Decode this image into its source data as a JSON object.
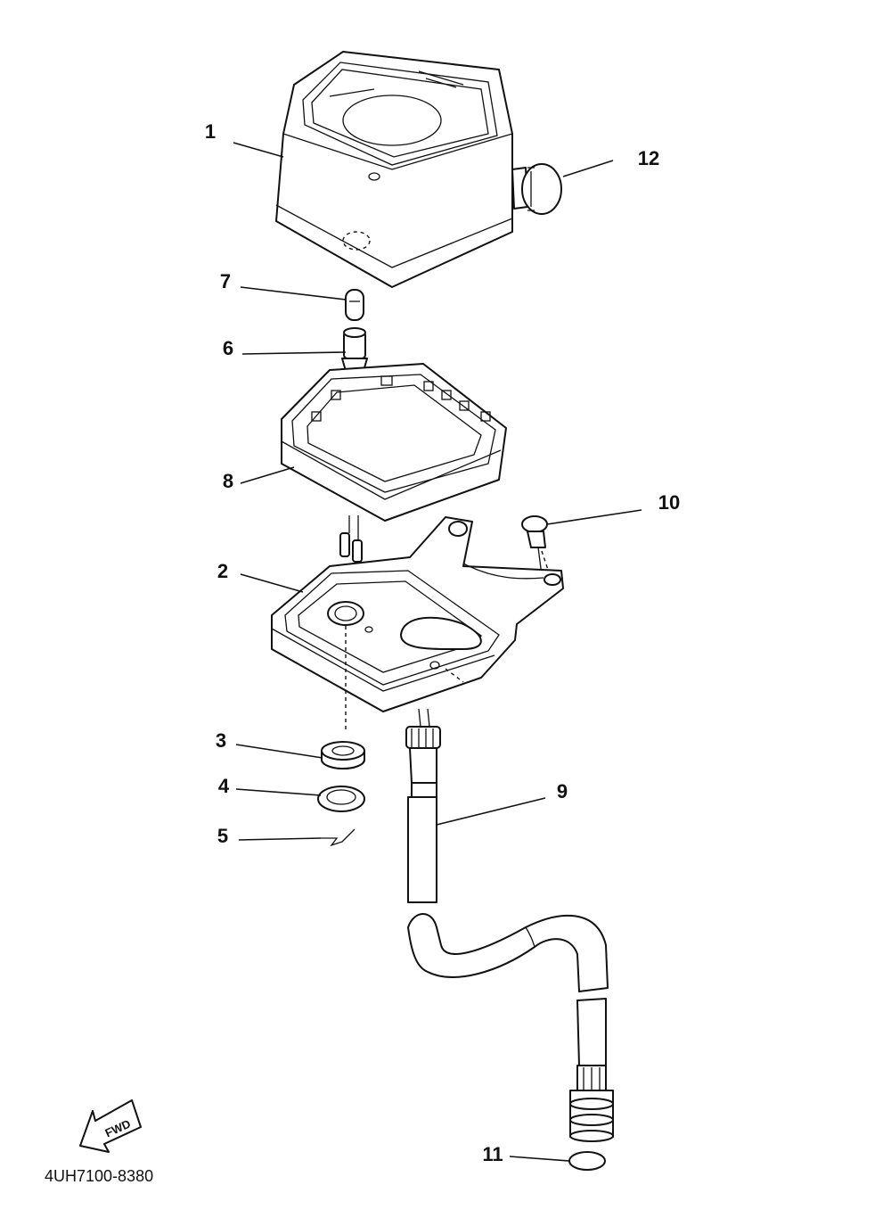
{
  "callouts": {
    "c1": "1",
    "c2": "2",
    "c3": "3",
    "c4": "4",
    "c5": "5",
    "c6": "6",
    "c7": "7",
    "c8": "8",
    "c9": "9",
    "c10": "10",
    "c11": "11",
    "c12": "12"
  },
  "fwd_label": "FWD",
  "diagram_code": "4UH7100-8380",
  "colors": {
    "ink": "#111111",
    "paper": "#ffffff"
  }
}
